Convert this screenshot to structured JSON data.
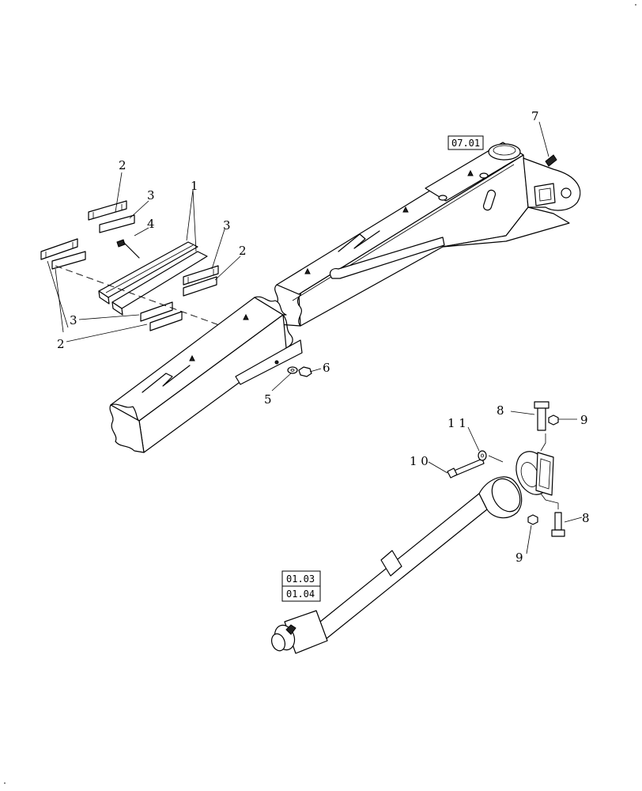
{
  "callouts": {
    "c1": "1",
    "c2a": "2",
    "c2b": "2",
    "c2c": "2",
    "c3a": "3",
    "c3b": "3",
    "c3c": "3",
    "c4": "4",
    "c5": "5",
    "c6": "6",
    "c7": "7",
    "c8a": "8",
    "c8b": "8",
    "c9a": "9",
    "c9b": "9",
    "c10": "1 0",
    "c11": "1 1"
  },
  "references": {
    "ref_0701": "07.01",
    "ref_0103": "01.03",
    "ref_0104": "01.04"
  }
}
